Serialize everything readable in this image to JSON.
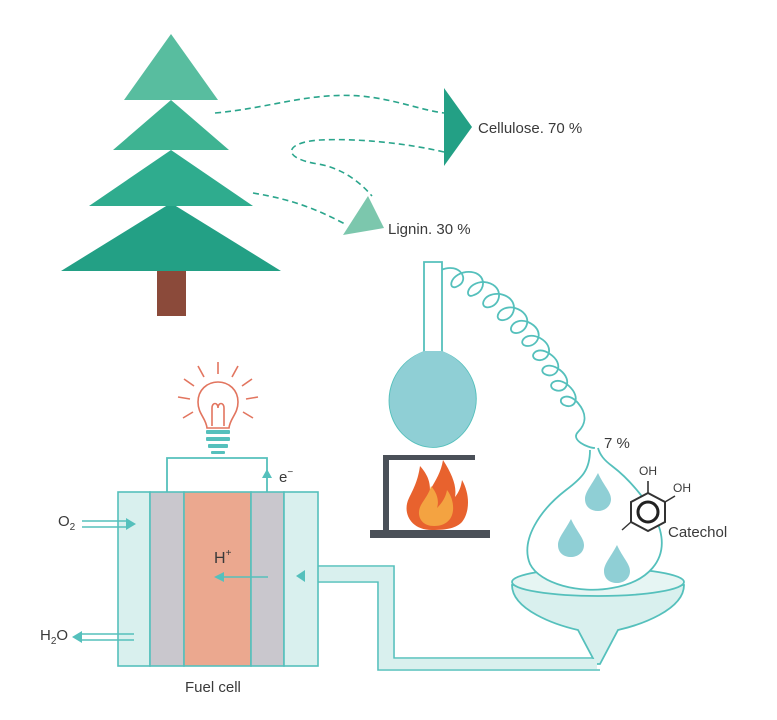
{
  "labels": {
    "cellulose": "Cellulose. 70 %",
    "lignin": "Lignin. 30 %",
    "yield": "7 %",
    "catechol": "Catechol",
    "oh_left": "OH",
    "oh_right": "OH",
    "electron": "e",
    "electron_sup": "−",
    "oxygen": "O",
    "oxygen_sub": "2",
    "water_h": "H",
    "water_sub": "2",
    "water_o": "O",
    "proton": "H",
    "proton_sup": "+",
    "fuel_cell": "Fuel cell"
  },
  "icons": [
    "tree-icon",
    "lightbulb-icon",
    "flame-icon",
    "distillation-flask-icon",
    "condenser-coil-icon",
    "funnel-icon",
    "benzene-ring-icon"
  ],
  "colors": {
    "tree_dark": "#23a085",
    "tree_mid": "#2fac8e",
    "tree_light": "#58bd9f",
    "trunk": "#8b4a3a",
    "teal_line": "#55c0bc",
    "glass_fill": "#d9f0ee",
    "liquid": "#7cc6d0",
    "electrode": "#c9c7cd",
    "membrane": "#eba88f",
    "stand": "#4a5058",
    "flame_outer": "#e8622e",
    "flame_inner": "#f4a341",
    "bulb": "#e2755f"
  }
}
